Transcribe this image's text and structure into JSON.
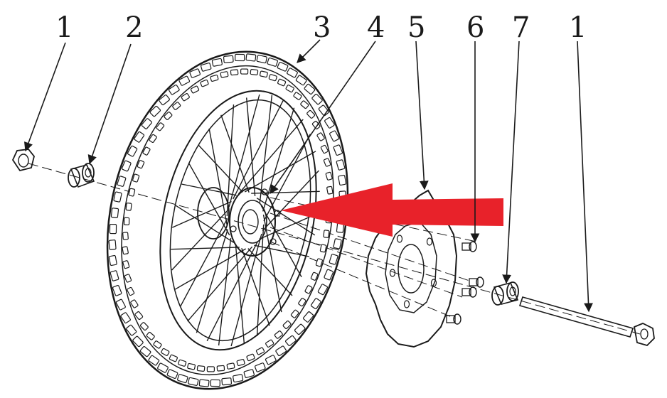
{
  "callouts": [
    {
      "id": "nut",
      "label": "1"
    },
    {
      "id": "spacer-left",
      "label": "2"
    },
    {
      "id": "wheel-tire",
      "label": "3"
    },
    {
      "id": "hub",
      "label": "4"
    },
    {
      "id": "brake-disc",
      "label": "5"
    },
    {
      "id": "disc-bolts",
      "label": "6"
    },
    {
      "id": "spacer-right",
      "label": "7"
    },
    {
      "id": "axle",
      "label": "1"
    }
  ],
  "colors": {
    "ink": "#1a1a1a",
    "arrow": "#e8222a",
    "background": "#ffffff"
  }
}
